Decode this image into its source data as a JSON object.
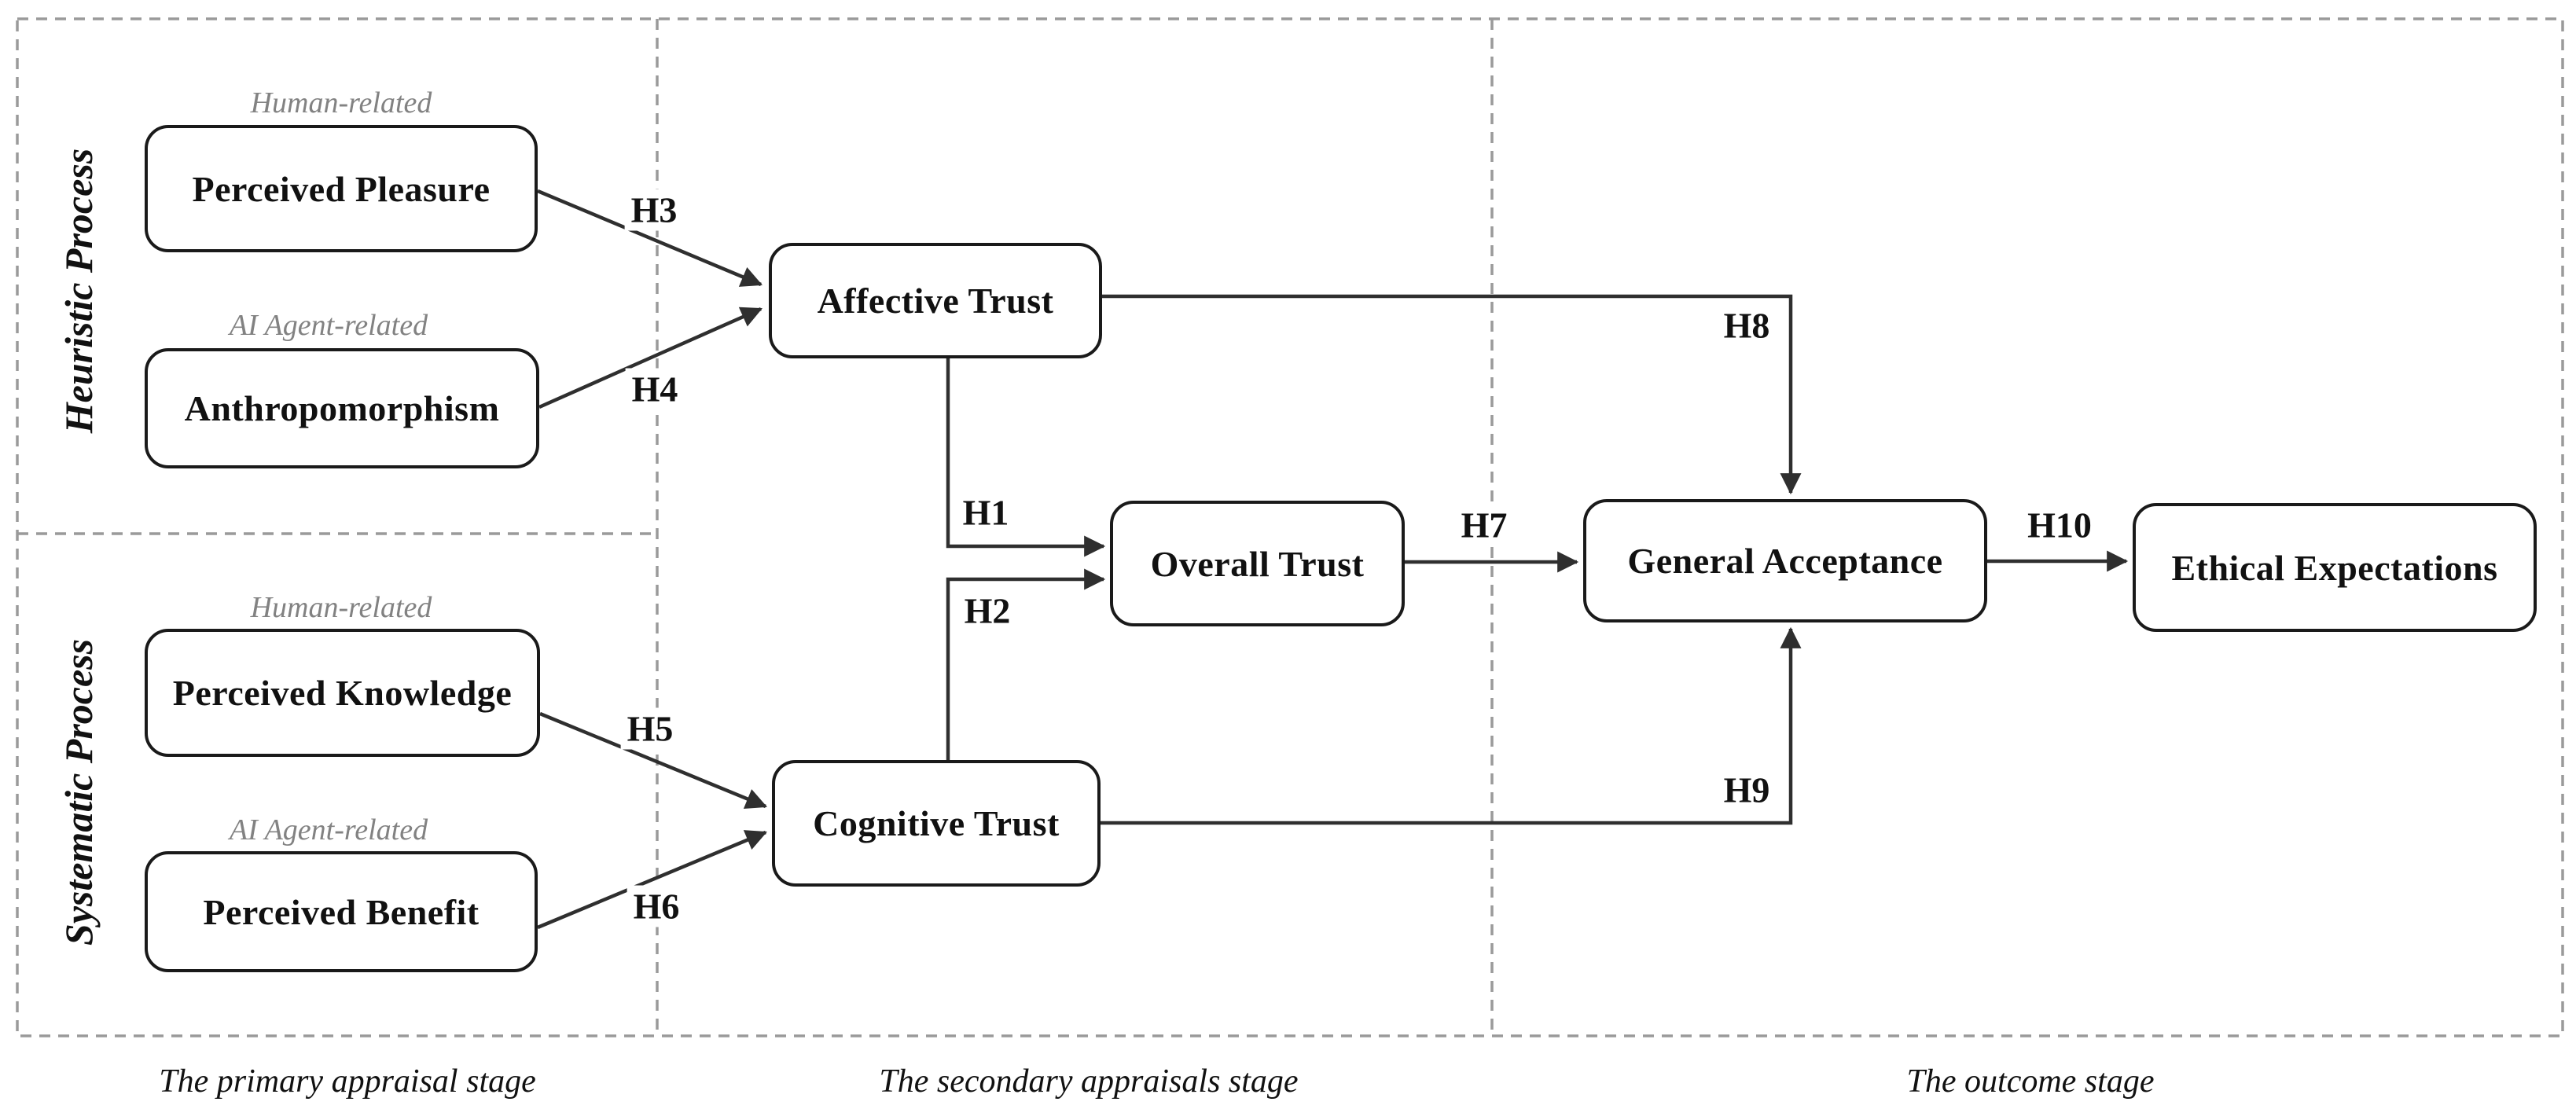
{
  "diagram": {
    "nodes": {
      "perceived_pleasure": {
        "label": "Perceived Pleasure"
      },
      "anthropomorphism": {
        "label": "Anthropomorphism"
      },
      "perceived_knowledge": {
        "label": "Perceived Knowledge"
      },
      "perceived_benefit": {
        "label": "Perceived Benefit"
      },
      "affective_trust": {
        "label": "Affective Trust"
      },
      "cognitive_trust": {
        "label": "Cognitive Trust"
      },
      "overall_trust": {
        "label": "Overall Trust"
      },
      "general_acceptance": {
        "label": "General Acceptance"
      },
      "ethical_expectations": {
        "label": "Ethical Expectations"
      }
    },
    "category_labels": {
      "human_related_heuristic": "Human-related",
      "ai_agent_related_heuristic": "AI Agent-related",
      "human_related_systematic": "Human-related",
      "ai_agent_related_systematic": "AI Agent-related"
    },
    "process_labels": {
      "heuristic": "Heuristic Process",
      "systematic": "Systematic Process"
    },
    "hypotheses": {
      "h1": "H1",
      "h2": "H2",
      "h3": "H3",
      "h4": "H4",
      "h5": "H5",
      "h6": "H6",
      "h7": "H7",
      "h8": "H8",
      "h9": "H9",
      "h10": "H10"
    },
    "stages": {
      "primary": "The primary appraisal stage",
      "secondary": "The secondary appraisals stage",
      "outcome": "The outcome stage"
    },
    "colors": {
      "line": "#2f2f2f",
      "box_border": "#1a1a1a",
      "dashed_border": "#9a9a9a",
      "category_text": "#828282",
      "text": "#111111"
    }
  }
}
